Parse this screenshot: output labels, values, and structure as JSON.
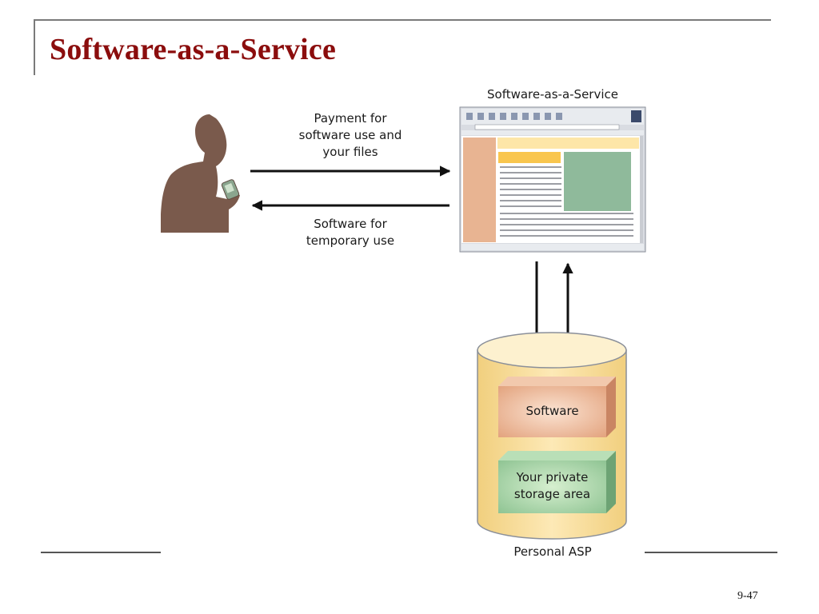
{
  "slide": {
    "title": "Software-as-a-Service",
    "page_number": "9-47"
  },
  "diagram": {
    "screen_caption": "Software-as-a-Service",
    "payment_label": "Payment for\nsoftware use and\nyour files",
    "software_label": "Software for\ntemporary use",
    "software_box": "Software",
    "storage_box": "Your private\nstorage area",
    "asp_caption": "Personal ASP",
    "colors": {
      "person": "#7a5a4c",
      "cylinder": "#f8dc96",
      "software_box": "#e3a37e",
      "storage_box": "#8fc493",
      "browser_sidebar": "#e8b492",
      "browser_header": "#fde6a8",
      "browser_accent": "#f9c64e",
      "browser_image": "#8fba9b"
    }
  }
}
